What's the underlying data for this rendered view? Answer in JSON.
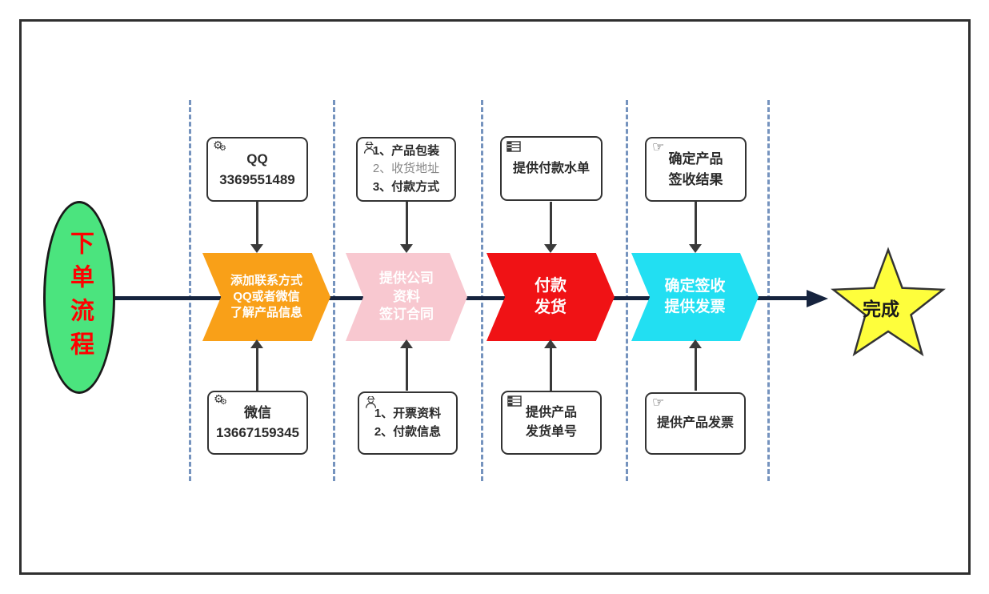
{
  "ellipse": {
    "text": "下单流程",
    "fill": "#4BE47E",
    "text_color": "#FF0000"
  },
  "steps": [
    {
      "lines": [
        "添加联系方式",
        "QQ或者微信",
        "了解产品信息"
      ],
      "color": "#F9A018"
    },
    {
      "lines": [
        "提供公司",
        "资料",
        "签订合同"
      ],
      "color": "#F8C8D0"
    },
    {
      "lines": [
        "付款",
        "发货"
      ],
      "color": "#F01215"
    },
    {
      "lines": [
        "确定签收",
        "提供发票"
      ],
      "color": "#22DFF2"
    }
  ],
  "top_boxes": [
    {
      "icon": "gears-icon",
      "lines": [
        "QQ",
        "3369551489"
      ]
    },
    {
      "icon": "engineer-icon",
      "lines": [
        "1、产品包装",
        "2、收货地址",
        "3、付款方式"
      ]
    },
    {
      "icon": "table-icon",
      "lines": [
        "提供付款水单"
      ]
    },
    {
      "icon": "pointing-hand-icon",
      "lines": [
        "确定产品",
        "签收结果"
      ]
    }
  ],
  "bottom_boxes": [
    {
      "icon": "gears-icon",
      "lines": [
        "微信",
        "13667159345"
      ]
    },
    {
      "icon": "engineer-icon",
      "lines": [
        "1、开票资料",
        "2、付款信息"
      ]
    },
    {
      "icon": "table-icon",
      "lines": [
        "提供产品",
        "发货单号"
      ]
    },
    {
      "icon": "pointing-hand-icon",
      "lines": [
        "提供产品发票"
      ]
    }
  ],
  "star": {
    "label": "完成",
    "fill": "#FEFE3C"
  },
  "icons": {
    "gears": "⚙",
    "hand": "☞"
  },
  "colors": {
    "dashed_divider": "#7593BE",
    "main_line": "#16243E",
    "frame_border": "#2F2F2F",
    "box_border": "#333333"
  }
}
